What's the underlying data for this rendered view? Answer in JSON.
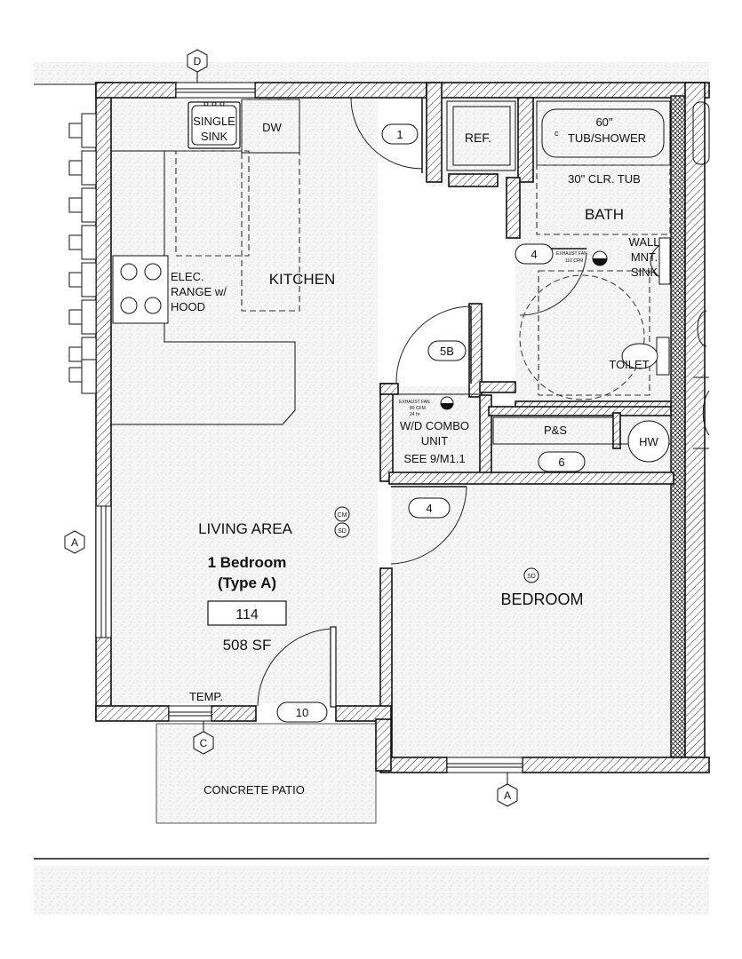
{
  "rooms": {
    "kitchen": "KITCHEN",
    "bath": "BATH",
    "living": "LIVING AREA",
    "bedroom": "BEDROOM",
    "patio": "CONCRETE PATIO"
  },
  "unit": {
    "type_line1": "1 Bedroom",
    "type_line2": "(Type A)",
    "number": "114",
    "area": "508 SF"
  },
  "fixtures": {
    "sink_line1": "SINGLE",
    "sink_line2": "SINK",
    "dw": "DW",
    "ref": "REF.",
    "range_line1": "ELEC.",
    "range_line2": "RANGE w/",
    "range_line3": "HOOD",
    "tub_line1": "60\"",
    "tub_line2": "TUB/SHOWER",
    "tub_mark": "c",
    "clr_tub": "30\" CLR. TUB",
    "wall_sink_line1": "WALL",
    "wall_sink_line2": "MNT.",
    "wall_sink_line3": "SINK",
    "toilet": "TOILET",
    "wd_line1": "W/D COMBO",
    "wd_line2": "UNIT",
    "wd_line3": "SEE 9/M1.1",
    "ps": "P&S",
    "hw": "HW",
    "temp": "TEMP.",
    "fan_bath_line1": "EXHAUST FAN",
    "fan_bath_line2": "110 CFM",
    "fan_wd_line1": "EXHAUST FAN",
    "fan_wd_line2": "80   CFM",
    "fan_wd_line3": "24 hr"
  },
  "detectors": {
    "cm": "CM",
    "sd": "SD"
  },
  "doors": [
    "1",
    "4",
    "5B",
    "4",
    "6",
    "10"
  ],
  "grid": {
    "top": "D",
    "left": "A",
    "bottom_patio": "C",
    "bottom": "A"
  }
}
